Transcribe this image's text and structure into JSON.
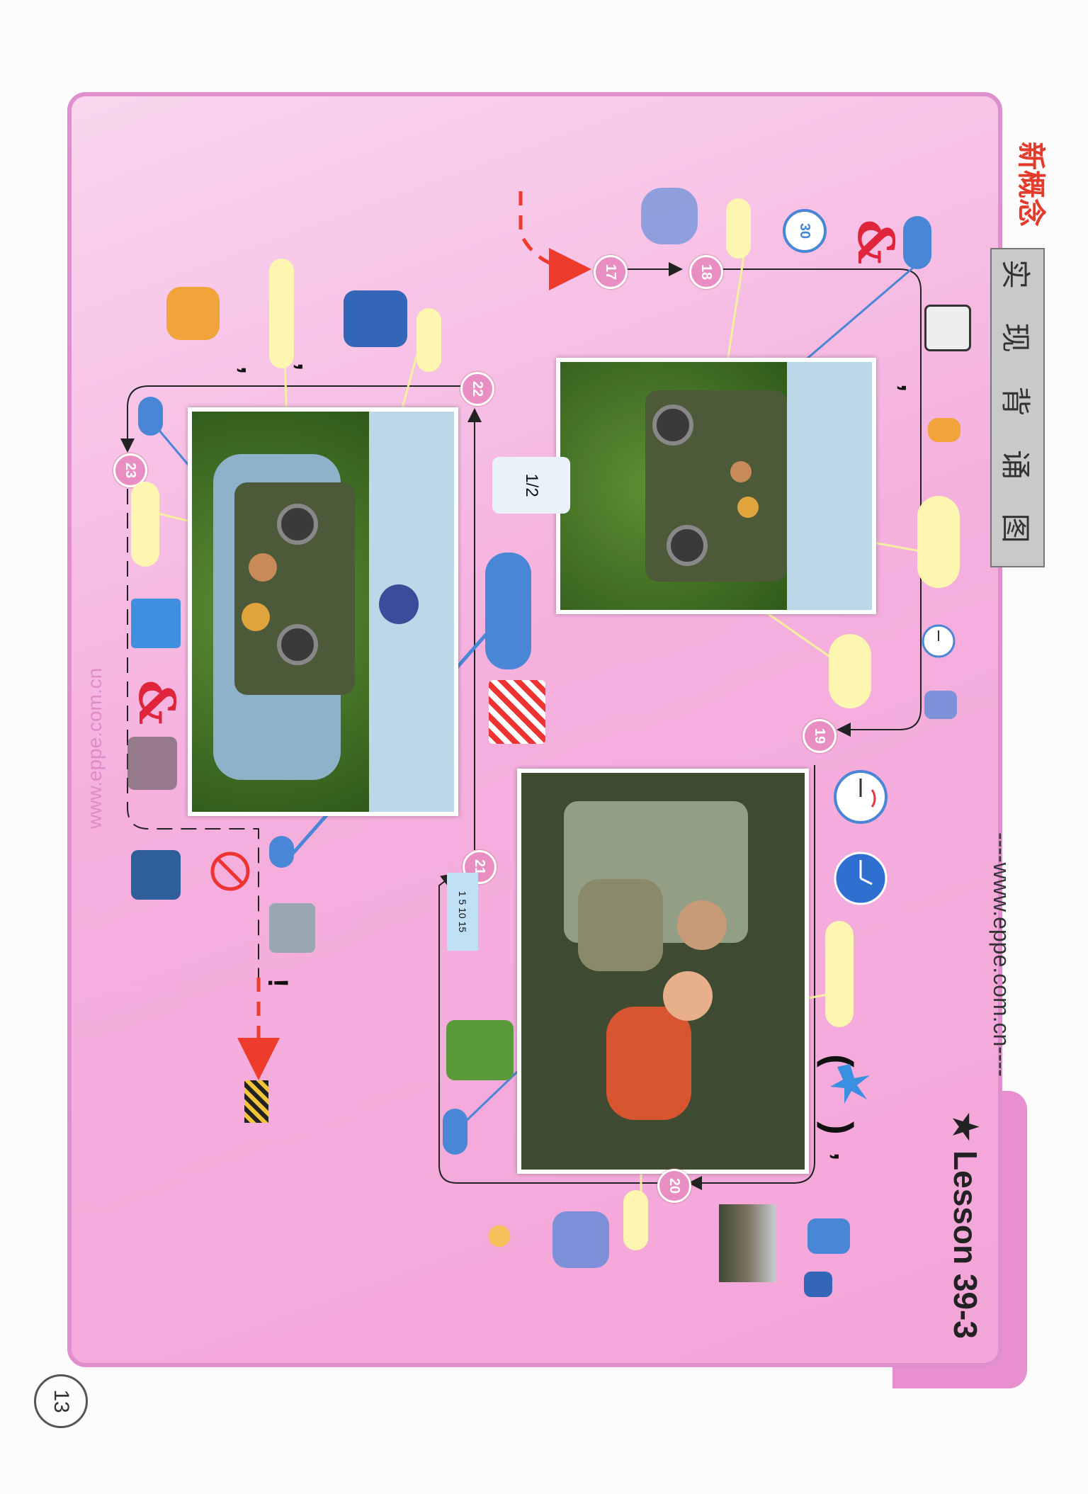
{
  "lesson_title": "★ Lesson 39-3",
  "section_label": "实 现 背 诵 图",
  "logo_text": "新概念",
  "website": "----www.eppe.com.cn----",
  "website_faded": "www.eppe.com.cn",
  "page_number": "13",
  "steps": [
    "17",
    "18",
    "19",
    "20",
    "21",
    "22",
    "23"
  ],
  "symbols": {
    "amp": "&",
    "comma": ",",
    "exclaim": "!",
    "paren_open": "(",
    "paren_close": ")",
    "thirty": "30",
    "half": "1/2",
    "scale": "1  5  10  15"
  },
  "colors": {
    "frame_pink": "#f5b0de",
    "badge_pink": "#e98ec2",
    "blue_blank": "#4a86d6",
    "yellow_blank": "#fcf6b0",
    "arrow_red": "#ef3b2c"
  }
}
